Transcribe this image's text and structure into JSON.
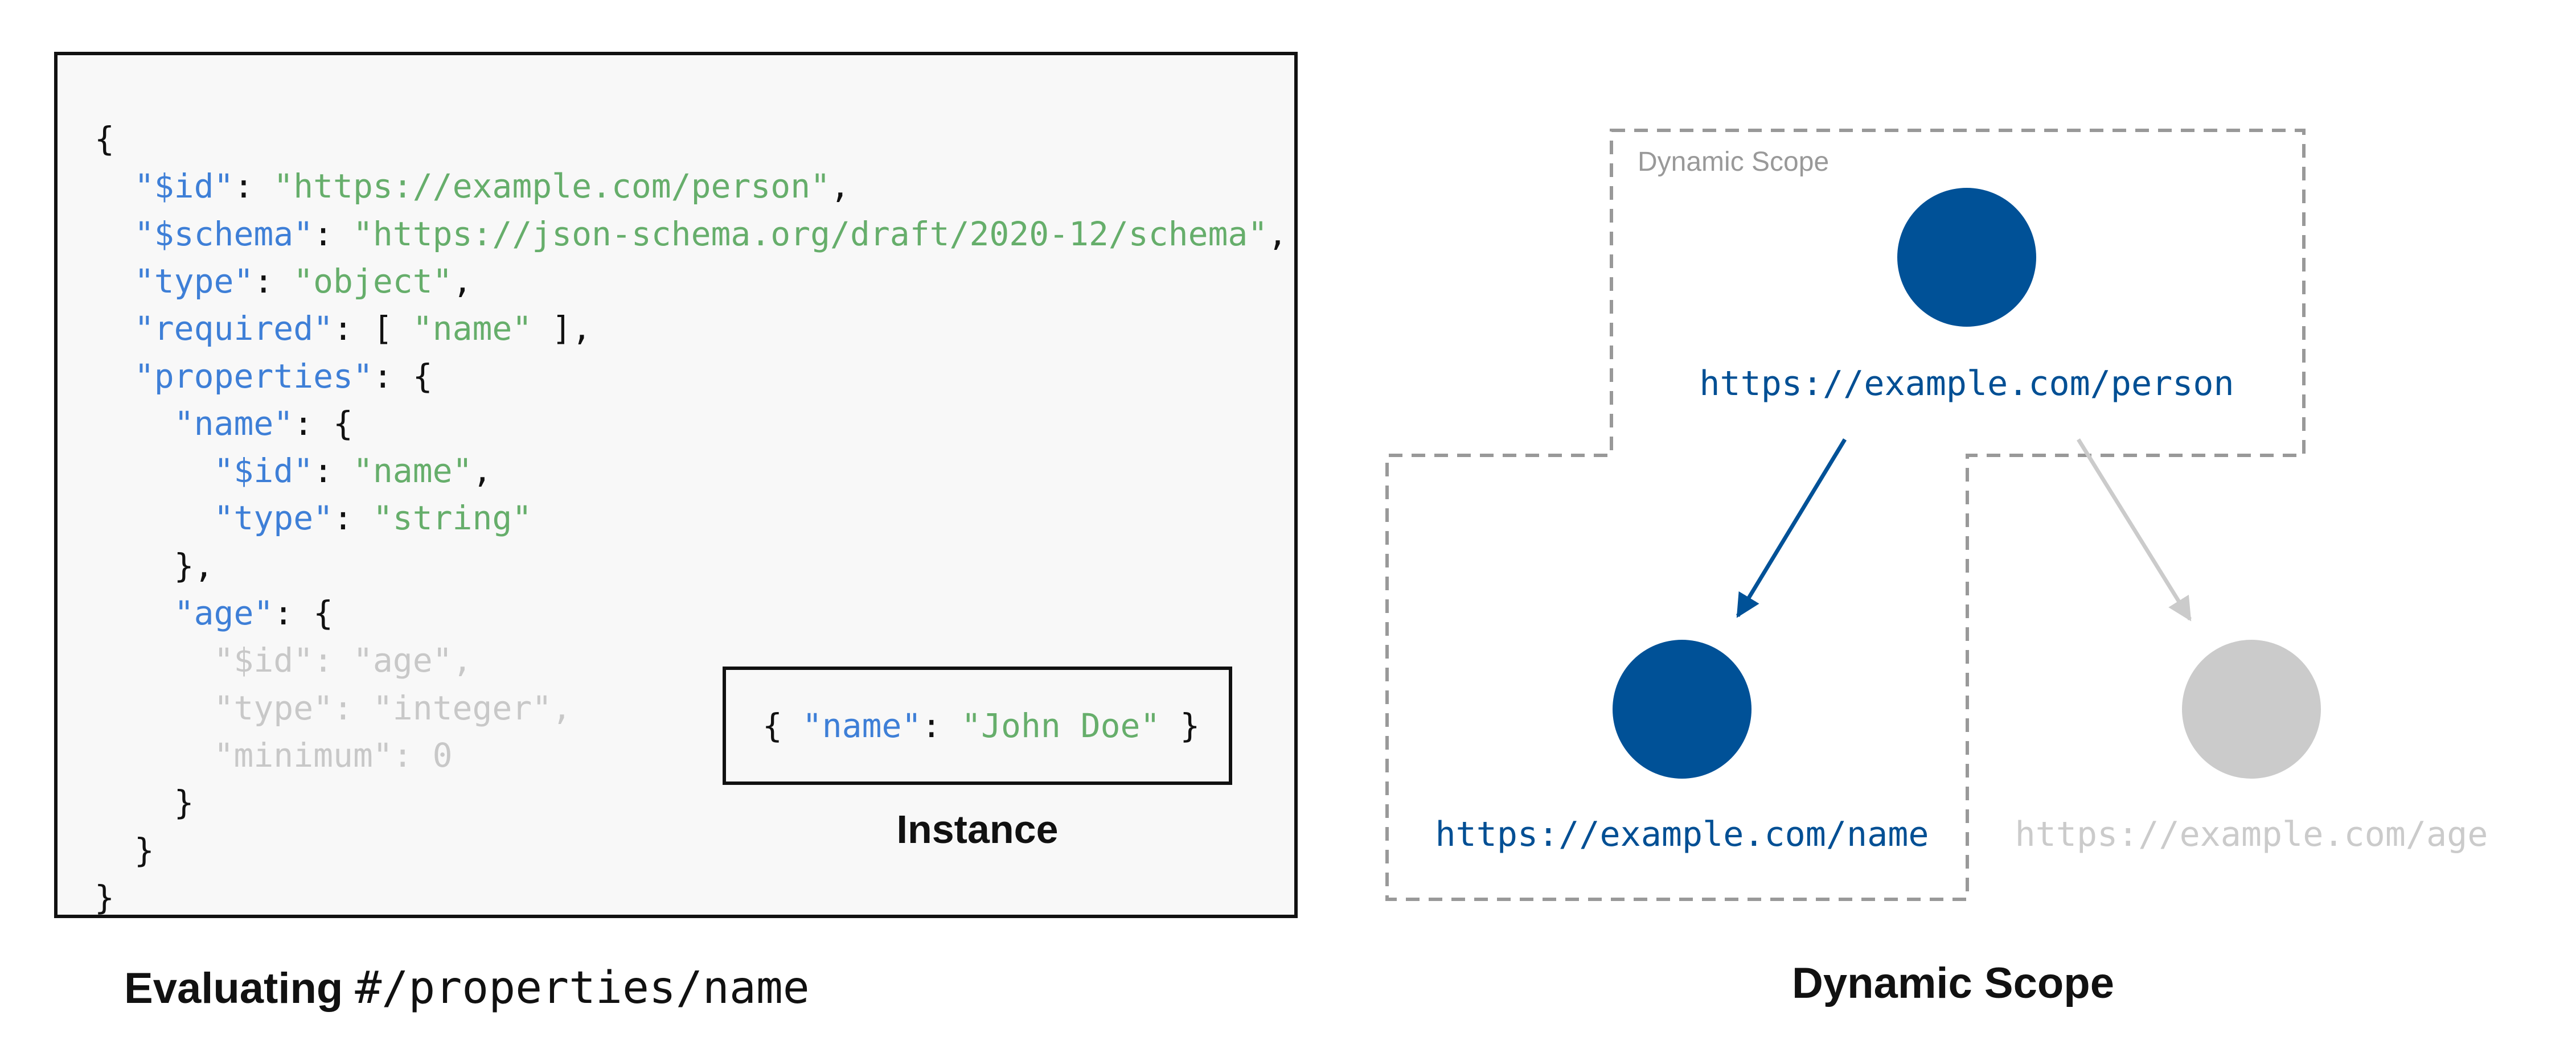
{
  "schema_code": {
    "lines": [
      [
        {
          "t": "{",
          "c": "p"
        }
      ],
      [
        {
          "t": "  ",
          "c": "p"
        },
        {
          "t": "\"$id\"",
          "c": "k"
        },
        {
          "t": ": ",
          "c": "p"
        },
        {
          "t": "\"https://example.com/person\"",
          "c": "s"
        },
        {
          "t": ",",
          "c": "p"
        }
      ],
      [
        {
          "t": "  ",
          "c": "p"
        },
        {
          "t": "\"$schema\"",
          "c": "k"
        },
        {
          "t": ": ",
          "c": "p"
        },
        {
          "t": "\"https://json-schema.org/draft/2020-12/schema\"",
          "c": "s"
        },
        {
          "t": ",",
          "c": "p"
        }
      ],
      [
        {
          "t": "  ",
          "c": "p"
        },
        {
          "t": "\"type\"",
          "c": "k"
        },
        {
          "t": ": ",
          "c": "p"
        },
        {
          "t": "\"object\"",
          "c": "s"
        },
        {
          "t": ",",
          "c": "p"
        }
      ],
      [
        {
          "t": "  ",
          "c": "p"
        },
        {
          "t": "\"required\"",
          "c": "k"
        },
        {
          "t": ": [ ",
          "c": "p"
        },
        {
          "t": "\"name\"",
          "c": "s"
        },
        {
          "t": " ],",
          "c": "p"
        }
      ],
      [
        {
          "t": "  ",
          "c": "p"
        },
        {
          "t": "\"properties\"",
          "c": "k"
        },
        {
          "t": ": {",
          "c": "p"
        }
      ],
      [
        {
          "t": "    ",
          "c": "p"
        },
        {
          "t": "\"name\"",
          "c": "k"
        },
        {
          "t": ": {",
          "c": "p"
        }
      ],
      [
        {
          "t": "      ",
          "c": "p"
        },
        {
          "t": "\"$id\"",
          "c": "k"
        },
        {
          "t": ": ",
          "c": "p"
        },
        {
          "t": "\"name\"",
          "c": "s"
        },
        {
          "t": ",",
          "c": "p"
        }
      ],
      [
        {
          "t": "      ",
          "c": "p"
        },
        {
          "t": "\"type\"",
          "c": "k"
        },
        {
          "t": ": ",
          "c": "p"
        },
        {
          "t": "\"string\"",
          "c": "s"
        }
      ],
      [
        {
          "t": "    },",
          "c": "p"
        }
      ],
      [
        {
          "t": "    ",
          "c": "p"
        },
        {
          "t": "\"age\"",
          "c": "k"
        },
        {
          "t": ": {",
          "c": "p"
        }
      ],
      [
        {
          "t": "      \"$id\": \"age\",",
          "c": "dim"
        }
      ],
      [
        {
          "t": "      \"type\": \"integer\",",
          "c": "dim"
        }
      ],
      [
        {
          "t": "      \"minimum\": 0",
          "c": "dim"
        }
      ],
      [
        {
          "t": "    }",
          "c": "p"
        }
      ],
      [
        {
          "t": "  }",
          "c": "p"
        }
      ],
      [
        {
          "t": "}",
          "c": "p"
        }
      ]
    ]
  },
  "instance": {
    "open": "{ ",
    "key": "\"name\"",
    "sep": ": ",
    "value": "\"John Doe\"",
    "close": " }",
    "label": "Instance"
  },
  "captions": {
    "evaluating_bold": "Evaluating ",
    "evaluating_pointer": "#/properties/name",
    "scope_title": "Dynamic Scope"
  },
  "diagram": {
    "scope_box_label": "Dynamic Scope",
    "nodes": {
      "person": {
        "url": "https://example.com/person",
        "in_scope": true
      },
      "name": {
        "url": "https://example.com/name",
        "in_scope": true
      },
      "age": {
        "url": "https://example.com/age",
        "in_scope": false
      }
    }
  },
  "colors": {
    "active_node": "#005197",
    "inactive_node": "#cbcbcb",
    "json_key": "#3e7fd7",
    "json_string": "#66ae6b",
    "json_punct": "#111111",
    "json_dim": "#c8c8c8",
    "scope_border": "#999999",
    "active_url": "#004f94",
    "inactive_url": "#cbcbcb"
  }
}
